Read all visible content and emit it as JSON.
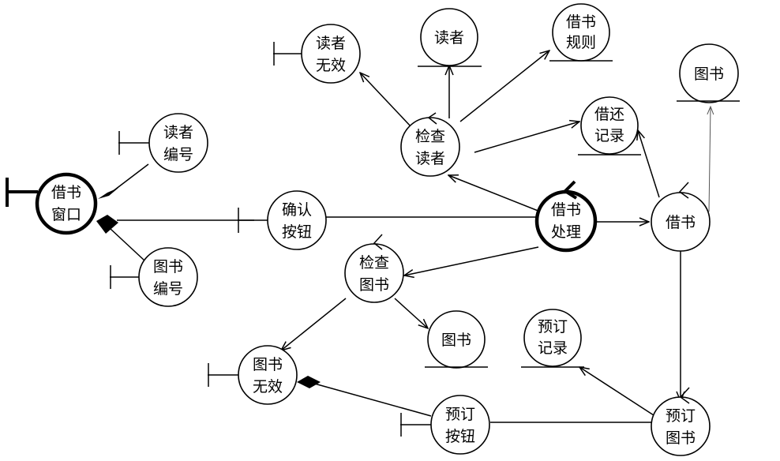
{
  "nodes": {
    "borrow_window": {
      "line1": "借书",
      "line2": "窗口",
      "kind": "boundary"
    },
    "reader_no": {
      "line1": "读者",
      "line2": "编号",
      "kind": "boundary"
    },
    "book_no": {
      "line1": "图书",
      "line2": "编号",
      "kind": "boundary"
    },
    "confirm_btn": {
      "line1": "确认",
      "line2": "按钮",
      "kind": "boundary"
    },
    "reader_invalid": {
      "line1": "读者",
      "line2": "无效",
      "kind": "boundary"
    },
    "reader": {
      "line1": "读者",
      "kind": "entity"
    },
    "borrow_rules": {
      "line1": "借书",
      "line2": "规则",
      "kind": "entity"
    },
    "book_top": {
      "line1": "图书",
      "kind": "entity"
    },
    "check_reader": {
      "line1": "检查",
      "line2": "读者",
      "kind": "control"
    },
    "loan_record": {
      "line1": "借还",
      "line2": "记录",
      "kind": "entity"
    },
    "borrow_process": {
      "line1": "借书",
      "line2": "处理",
      "kind": "control"
    },
    "borrow": {
      "line1": "借书",
      "kind": "control"
    },
    "check_book": {
      "line1": "检查",
      "line2": "图书",
      "kind": "control"
    },
    "book_mid": {
      "line1": "图书",
      "kind": "entity"
    },
    "reserve_record": {
      "line1": "预订",
      "line2": "记录",
      "kind": "entity"
    },
    "book_invalid": {
      "line1": "图书",
      "line2": "无效",
      "kind": "boundary"
    },
    "reserve_btn": {
      "line1": "预订",
      "line2": "按钮",
      "kind": "boundary"
    },
    "reserve_book": {
      "line1": "预订",
      "line2": "图书",
      "kind": "control"
    }
  },
  "colors": {
    "stroke": "#000000",
    "fill": "#ffffff",
    "thin_arrow": "#555555"
  }
}
